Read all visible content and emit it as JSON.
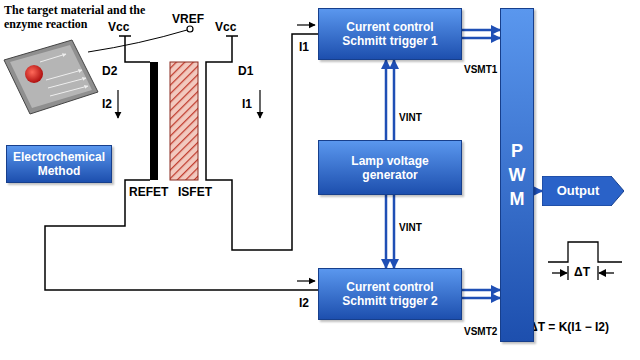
{
  "diagram": {
    "nodes": [
      {
        "text": [
          "Electrochemical Method"
        ]
      },
      {
        "text": [
          "Current control Schmitt trigger 1"
        ]
      },
      {
        "text": [
          "Lamp voltage generator"
        ]
      },
      {
        "text": [
          "Current control Schmitt trigger 2"
        ]
      },
      {
        "text": [
          "P W M"
        ]
      },
      {
        "text": [
          "Output"
        ]
      }
    ],
    "edges": [
      {
        "from": 2,
        "to": 1,
        "arrow": "to",
        "label": "VINT"
      },
      {
        "from": 2,
        "to": 3,
        "arrow": "to",
        "label": "VINT"
      },
      {
        "from": 1,
        "to": 4,
        "arrow": "to",
        "label": "VSMT1"
      },
      {
        "from": 3,
        "to": 4,
        "arrow": "to",
        "label": "VSMT2"
      },
      {
        "from": 4,
        "to": 5,
        "arrow": "to"
      }
    ],
    "labels": [
      "The target material and the enzyme reaction",
      "Vcc",
      "VREF",
      "Vcc",
      "D2",
      "D1",
      "I2",
      "I1",
      "I1",
      "REFET",
      "ISFET",
      "I2",
      "ΔT",
      "ΔT = K(I1 − I2)"
    ]
  }
}
